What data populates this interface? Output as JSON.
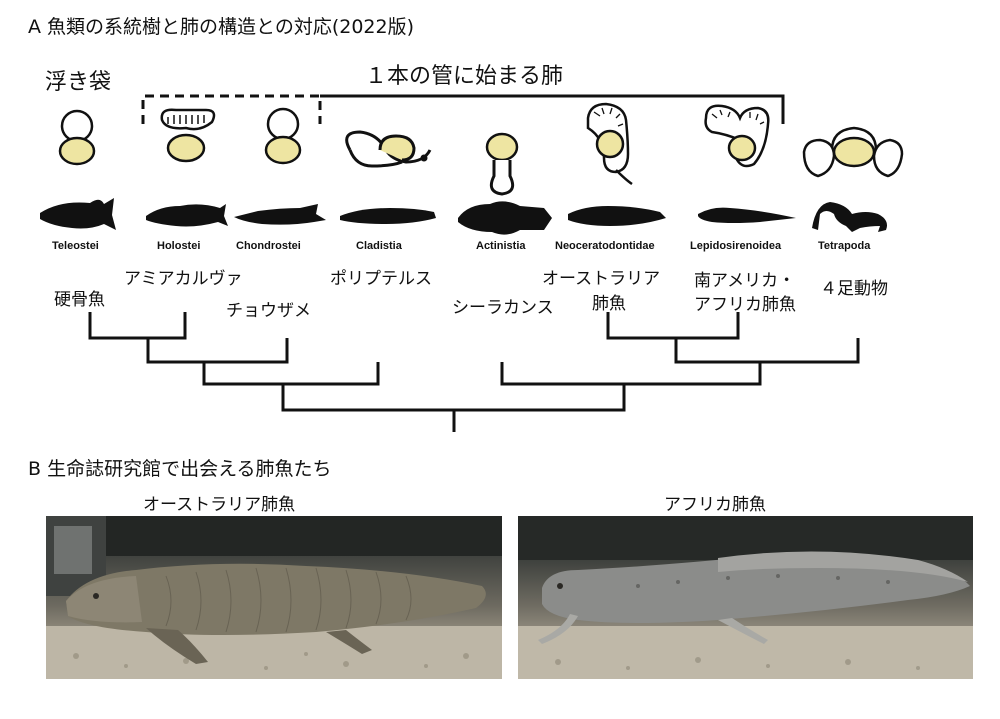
{
  "panel_a": {
    "title": "A 魚類の系統樹と肺の構造との対応(2022版)",
    "swim_bladder_label": "浮き袋",
    "lung_label": "１本の管に始まる肺",
    "taxa": [
      {
        "scientific": "Teleostei",
        "common": "硬骨魚"
      },
      {
        "scientific": "Holostei",
        "common": "アミアカルヴァ"
      },
      {
        "scientific": "Chondrostei",
        "common": "チョウザメ"
      },
      {
        "scientific": "Cladistia",
        "common": "ポリプテルス"
      },
      {
        "scientific": "Actinistia",
        "common": "シーラカンス"
      },
      {
        "scientific": "Neoceratodontidae",
        "common_line1": "オーストラリア",
        "common_line2": "肺魚"
      },
      {
        "scientific": "Lepidosirenoidea",
        "common_line1": "南アメリカ・",
        "common_line2": "アフリカ肺魚"
      },
      {
        "scientific": "Tetrapoda",
        "common": "４足動物"
      }
    ]
  },
  "panel_b": {
    "title": "B 生命誌研究館で出会える肺魚たち",
    "photos": [
      {
        "caption": "オーストラリア肺魚"
      },
      {
        "caption": "アフリカ肺魚"
      }
    ]
  },
  "colors": {
    "organ_fill": "#eee5a2",
    "line": "#111111",
    "silhouette": "#111111"
  }
}
